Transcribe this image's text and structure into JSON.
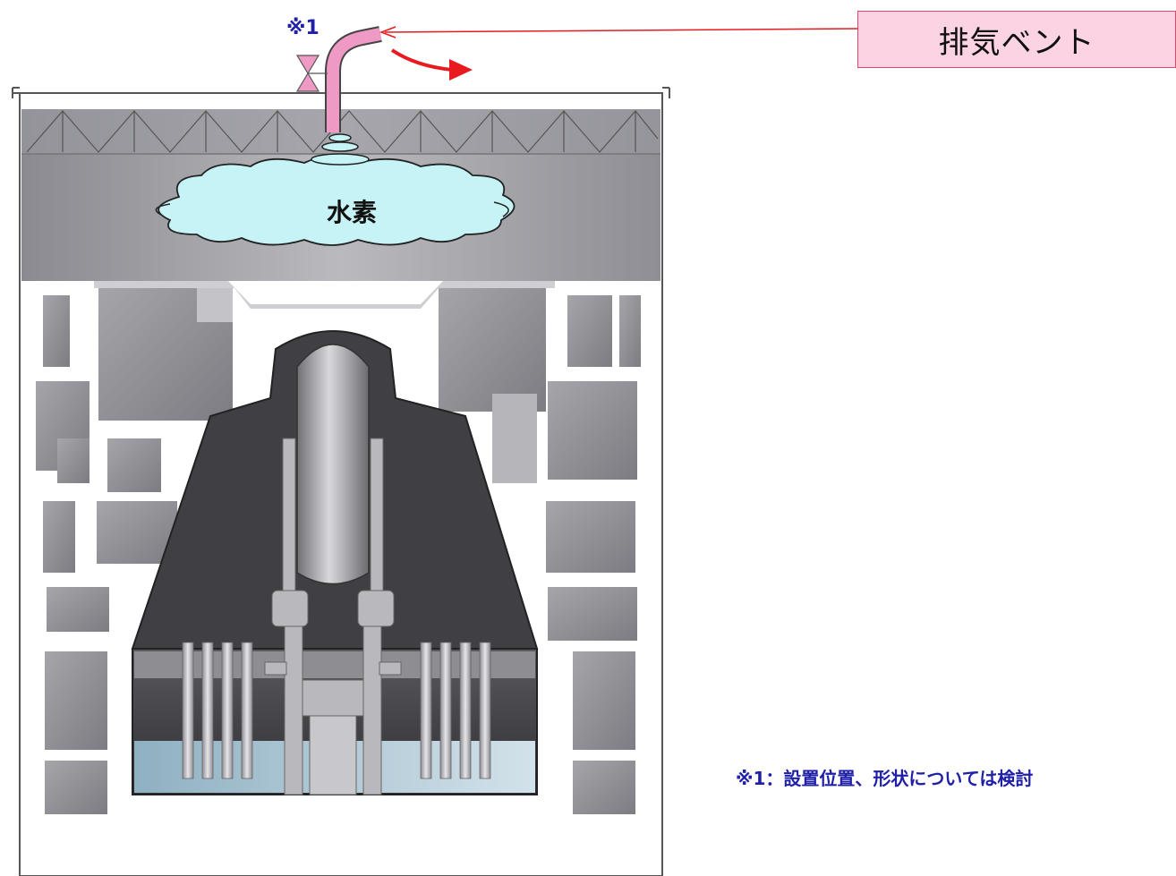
{
  "vent_label": "排気ベント",
  "hydrogen_label": "水素",
  "marker_label": "※1",
  "footnote": "※1：設置位置、形状については検討",
  "colors": {
    "vent_box_fill": "#fbd3e3",
    "vent_box_border": "#e0476f",
    "arrow_red": "#e8191f",
    "pipe_pink": "#ee9ac4",
    "cloud_fill": "#c6f3f5",
    "footnote_text": "#1f1fa8",
    "building_grey": "#9a9aa0",
    "vessel_dark": "#4a4a4e",
    "water_blue": "#9fbccc"
  }
}
